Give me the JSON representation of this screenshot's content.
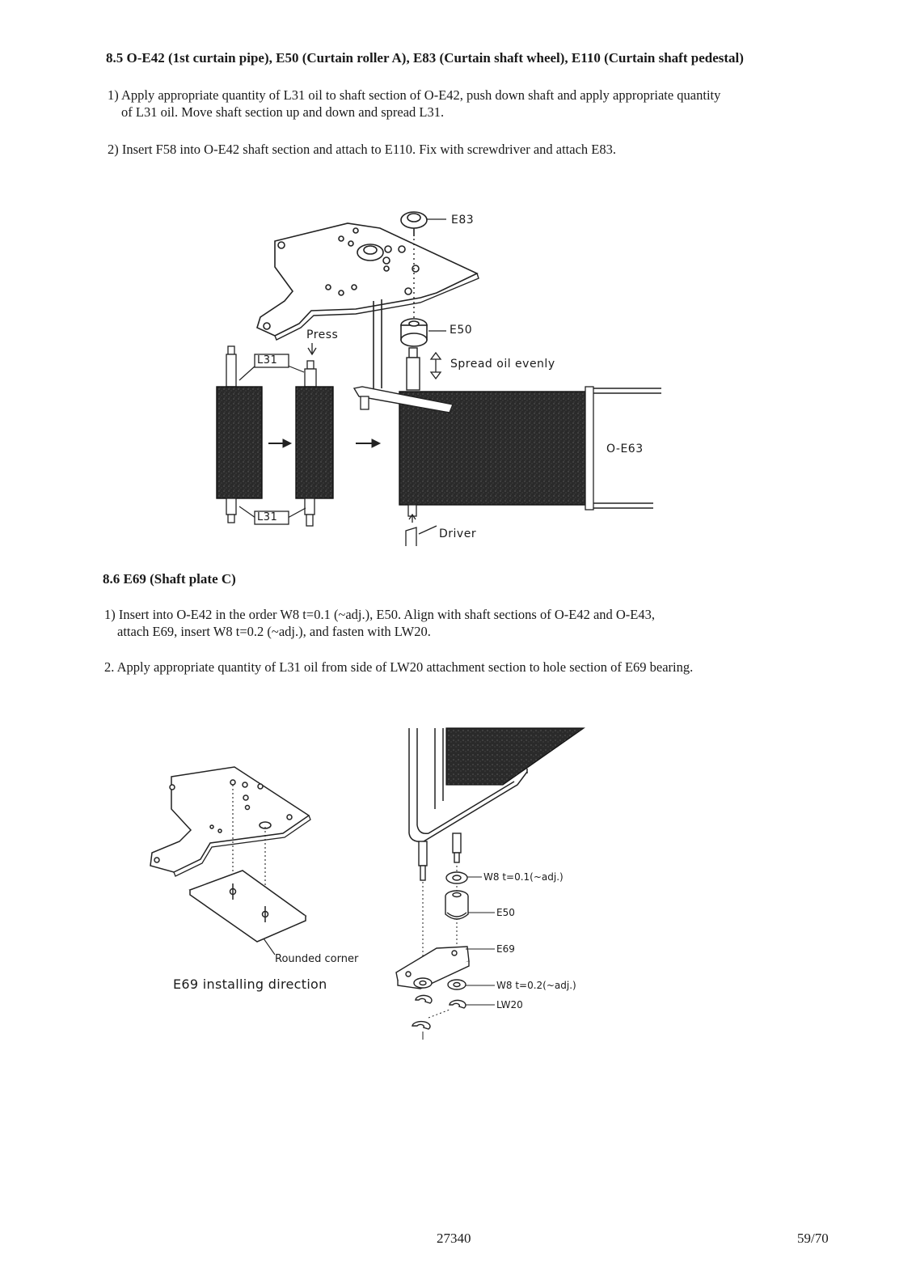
{
  "section_8_5": {
    "heading": "8.5 O-E42 (1st curtain pipe), E50 (Curtain roller A), E83 (Curtain shaft wheel), E110 (Curtain shaft pedestal)",
    "step1_line1": "1) Apply appropriate quantity of L31 oil to shaft section of O-E42, push down shaft and apply appropriate quantity",
    "step1_line2": "of L31 oil.   Move shaft section up and down and spread L31.",
    "step2": "2) Insert F58 into O-E42 shaft section and attach to E110.   Fix with screwdriver and attach E83.",
    "figure": {
      "label_e83": "E83",
      "label_press": "Press",
      "label_l31_top": "L31",
      "label_e50": "E50",
      "label_spread": "Spread oil evenly",
      "label_oe63": "O-E63",
      "label_l31_bottom": "L31",
      "label_driver": "Driver"
    }
  },
  "section_8_6": {
    "heading": "8.6 E69 (Shaft plate C)",
    "step1_line1": "1) Insert into O-E42 in the order W8 t=0.1 (~adj.), E50.   Align with shaft sections of O-E42 and O-E43,",
    "step1_line2": "attach E69, insert W8 t=0.2 (~adj.), and fasten with LW20.",
    "step2": "2. Apply appropriate quantity of L31 oil from side of LW20 attachment section to hole section of E69 bearing.",
    "figure_left": {
      "label_rounded": "Rounded corner",
      "caption": "E69 installing direction"
    },
    "figure_right": {
      "label_w8a": "W8 t=0.1(~adj.)",
      "label_e50": "E50",
      "label_e69": "E69",
      "label_w8b": "W8 t=0.2(~adj.)",
      "label_lw20": "LW20"
    }
  },
  "footer": {
    "doc_number": "27340",
    "page": "59/70"
  }
}
